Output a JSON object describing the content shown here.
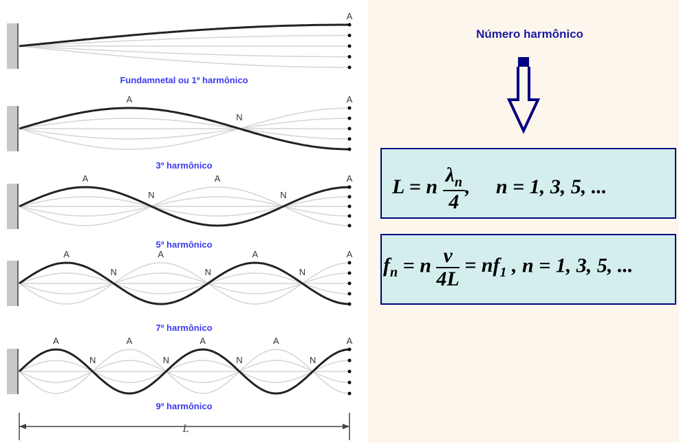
{
  "harmonics": [
    {
      "n": 1,
      "caption": "Fundamnetal ou 1º harmônico"
    },
    {
      "n": 3,
      "caption": "3º harmônico"
    },
    {
      "n": 5,
      "caption": "5º harmônico"
    },
    {
      "n": 7,
      "caption": "7º harmônico"
    },
    {
      "n": 9,
      "caption": "9º harmônico"
    }
  ],
  "antinode_label": "A",
  "node_label": "N",
  "length_label": "L",
  "title": "Número harmônico",
  "formula1": {
    "lhs": "L",
    "eq": "=",
    "n": "n",
    "num": "λ",
    "num_sub": "n",
    "den": "4",
    "comma": ",",
    "cond": "n = 1, 3, 5, ..."
  },
  "formula2": {
    "f": "f",
    "f_sub": "n",
    "eq": "=",
    "n": "n",
    "num": "v",
    "den": "4L",
    "eq2": "= nf",
    "f1_sub": "1",
    "cond": ", n = 1, 3, 5, ..."
  },
  "colors": {
    "caption": "#3b3bf0",
    "title": "#1a1aa0",
    "box_bg": "#d4eeee",
    "box_border": "#000080",
    "arrow": "#000080"
  }
}
